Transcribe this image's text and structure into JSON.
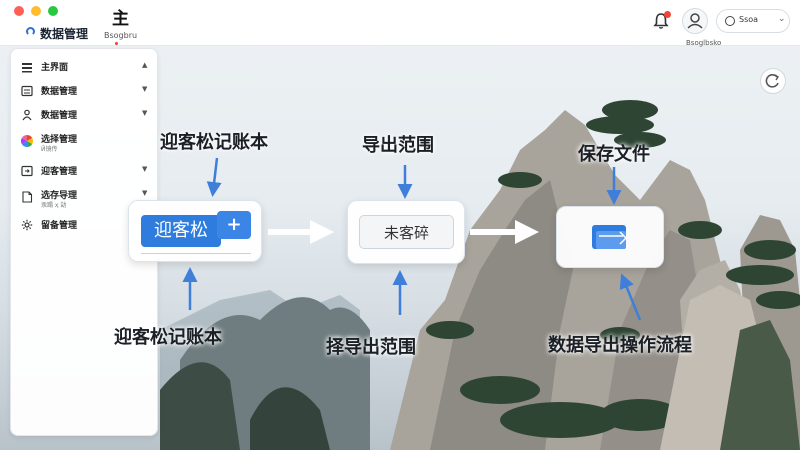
{
  "window": {
    "title": "主",
    "app_name": "数据管理",
    "sub_tab": "Bsogbru",
    "user_label": "Ssoa",
    "user_sub": "Bsoglbsko"
  },
  "sidebar": {
    "items": [
      {
        "label": "主界面",
        "icon": "grid-icon",
        "caret": "▲"
      },
      {
        "label": "数据管理",
        "icon": "list-icon",
        "caret": "▼"
      },
      {
        "label": "数据管理",
        "icon": "user-icon",
        "caret": "▼"
      },
      {
        "label": "选择管理",
        "sub": "Ӣ镜传",
        "icon": "color-wheel-icon"
      },
      {
        "label": "迎客管理",
        "icon": "export-icon",
        "caret": "▼"
      },
      {
        "label": "选存导理",
        "sub": "汞蹋 ҳ 劼",
        "icon": "document-icon",
        "caret": "▼"
      },
      {
        "label": "留备管理",
        "icon": "gear-icon"
      }
    ]
  },
  "flow": {
    "card1_button": "迎客松",
    "card1_plus": "+",
    "card2_field": "未客碎",
    "labels": {
      "top_left": "迎客松记账本",
      "bottom_left": "迎客松记账本",
      "top_middle": "导出范围",
      "bottom_middle": "择导出范围",
      "top_right": "保存文件",
      "bottom_right": "数据导出操作流程"
    }
  },
  "colors": {
    "accent": "#2f7cdf",
    "arrow": "#3f7fd9",
    "notify": "#f04438"
  }
}
